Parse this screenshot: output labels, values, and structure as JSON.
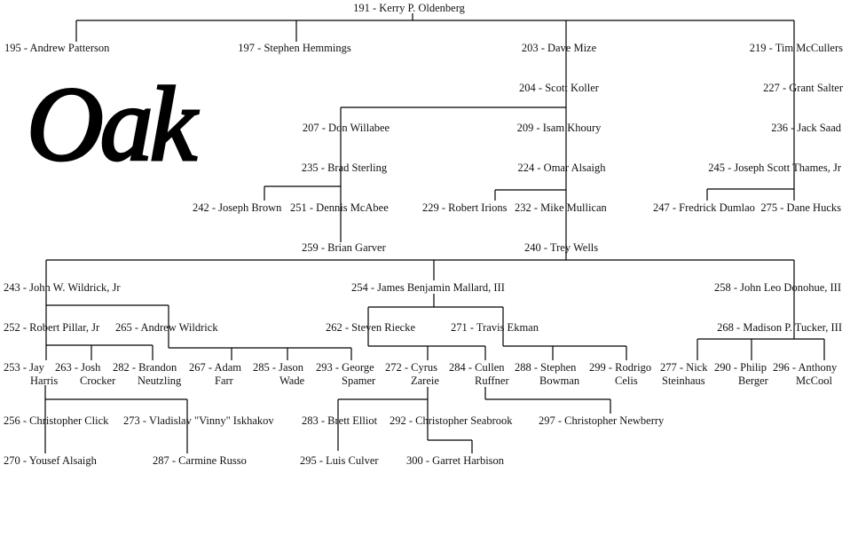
{
  "logo": "Oak",
  "nodes": {
    "n191": "191 - Kerry P. Oldenberg",
    "n195": "195 - Andrew Patterson",
    "n197": "197 - Stephen Hemmings",
    "n203": "203 - Dave Mize",
    "n219": "219 - Tim McCullers",
    "n204": "204 - Scott Koller",
    "n227": "227 - Grant Salter",
    "n207": "207 - Don Willabee",
    "n209": "209 - Isam Khoury",
    "n236": "236 - Jack Saad",
    "n235": "235 - Brad Sterling",
    "n224": "224 - Omar Alsaigh",
    "n245": "245 - Joseph Scott Thames, Jr",
    "n242": "242 - Joseph Brown",
    "n251": "251 - Dennis McAbee",
    "n229": "229 - Robert Irions",
    "n232": "232 - Mike Mullican",
    "n247": "247 - Fredrick Dumlao",
    "n275": "275 - Dane Hucks",
    "n259": "259 - Brian Garver",
    "n240": "240 - Trey Wells",
    "n243": "243 - John W. Wildrick, Jr",
    "n254": "254 - James Benjamin Mallard, III",
    "n258": "258 - John Leo Donohue, III",
    "n252": "252 - Robert Pillar, Jr",
    "n265": "265 - Andrew Wildrick",
    "n262": "262 - Steven Riecke",
    "n271": "271 - Travis Ekman",
    "n268": "268 - Madison P. Tucker, III",
    "n256": "256 - Christopher Click",
    "n273": "273 - Vladislav \"Vinny\" Iskhakov",
    "n283": "283 - Brett Elliot",
    "n292": "292 - Christopher Seabrook",
    "n297": "297 - Christopher Newberry",
    "n270": "270 - Yousef Alsaigh",
    "n287": "287 - Carmine Russo",
    "n295": "295 - Luis Culver",
    "n300": "300 - Garret Harbison"
  },
  "wrapped": {
    "n253": {
      "line1": "253 - Jay",
      "line2": "Harris"
    },
    "n263": {
      "line1": "263 - Josh",
      "line2": "Crocker"
    },
    "n282": {
      "line1": "282 - Brandon",
      "line2": "Neutzling"
    },
    "n267": {
      "line1": "267 - Adam",
      "line2": "Farr"
    },
    "n285": {
      "line1": "285 - Jason",
      "line2": "Wade"
    },
    "n293": {
      "line1": "293 - George",
      "line2": "Spamer"
    },
    "n272": {
      "line1": "272 - Cyrus",
      "line2": "Zareie"
    },
    "n284": {
      "line1": "284 - Cullen",
      "line2": "Ruffner"
    },
    "n288": {
      "line1": "288 - Stephen",
      "line2": "Bowman"
    },
    "n299": {
      "line1": "299 - Rodrigo",
      "line2": "Celis"
    },
    "n277": {
      "line1": "277 - Nick",
      "line2": "Steinhaus"
    },
    "n290": {
      "line1": "290 - Philip",
      "line2": "Berger"
    },
    "n296": {
      "line1": "296 - Anthony",
      "line2": "McCool"
    }
  }
}
